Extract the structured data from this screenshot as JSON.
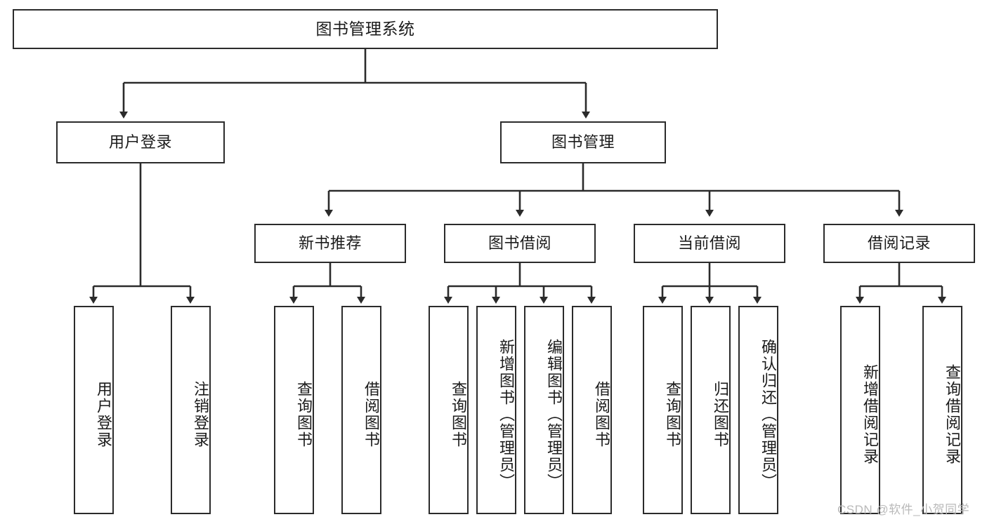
{
  "diagram": {
    "title": "图书管理系统",
    "root": {
      "label": "图书管理系统"
    },
    "level1": [
      {
        "label": "用户登录"
      },
      {
        "label": "图书管理"
      }
    ],
    "level2": [
      {
        "label": "新书推荐"
      },
      {
        "label": "图书借阅"
      },
      {
        "label": "当前借阅"
      },
      {
        "label": "借阅记录"
      }
    ],
    "leaves": {
      "user_login": [
        {
          "label": "用户登录"
        },
        {
          "label": "注销登录"
        }
      ],
      "new_book_recommend": [
        {
          "label": "查询图书"
        },
        {
          "label": "借阅图书"
        }
      ],
      "book_borrow": [
        {
          "label": "查询图书"
        },
        {
          "label": "新增图书（管理员）"
        },
        {
          "label": "编辑图书（管理员）"
        },
        {
          "label": "借阅图书"
        }
      ],
      "current_borrow": [
        {
          "label": "查询图书"
        },
        {
          "label": "归还图书"
        },
        {
          "label": "确认归还（管理员）"
        }
      ],
      "borrow_record": [
        {
          "label": "新增借阅记录"
        },
        {
          "label": "查询借阅记录"
        }
      ]
    }
  },
  "watermark": {
    "text": "CSDN @软件_小贺同学"
  },
  "colors": {
    "stroke": "#2b2b2b",
    "background": "#ffffff",
    "text": "#1b1b1b",
    "watermark": "#b9b9b9"
  }
}
